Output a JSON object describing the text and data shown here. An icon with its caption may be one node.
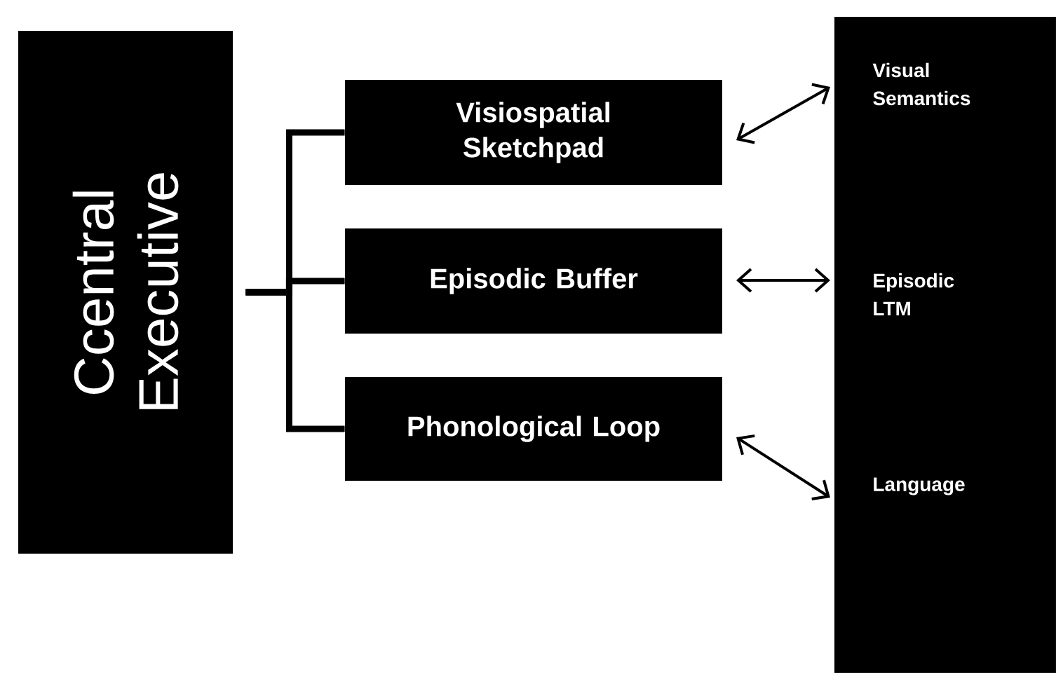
{
  "diagram": {
    "nodes": [
      {
        "text": [
          "Ccentral Executive"
        ]
      },
      {
        "text": [
          "Visiospatial Sketchpad"
        ]
      },
      {
        "text": [
          "Episodic Buffer"
        ]
      },
      {
        "text": [
          "Phonological Loop"
        ]
      },
      {
        "text": [
          "Visual Semantics",
          "Episodic LTM",
          "Language"
        ]
      }
    ],
    "edges": [
      {
        "from": 0,
        "to": 1,
        "arrow": "none",
        "style": "thick"
      },
      {
        "from": 0,
        "to": 2,
        "arrow": "none",
        "style": "thick"
      },
      {
        "from": 0,
        "to": 3,
        "arrow": "none",
        "style": "thick"
      },
      {
        "from": 1,
        "to": 4,
        "arrow": "both"
      },
      {
        "from": 2,
        "to": 4,
        "arrow": "both"
      },
      {
        "from": 3,
        "to": 4,
        "arrow": "both"
      }
    ]
  }
}
